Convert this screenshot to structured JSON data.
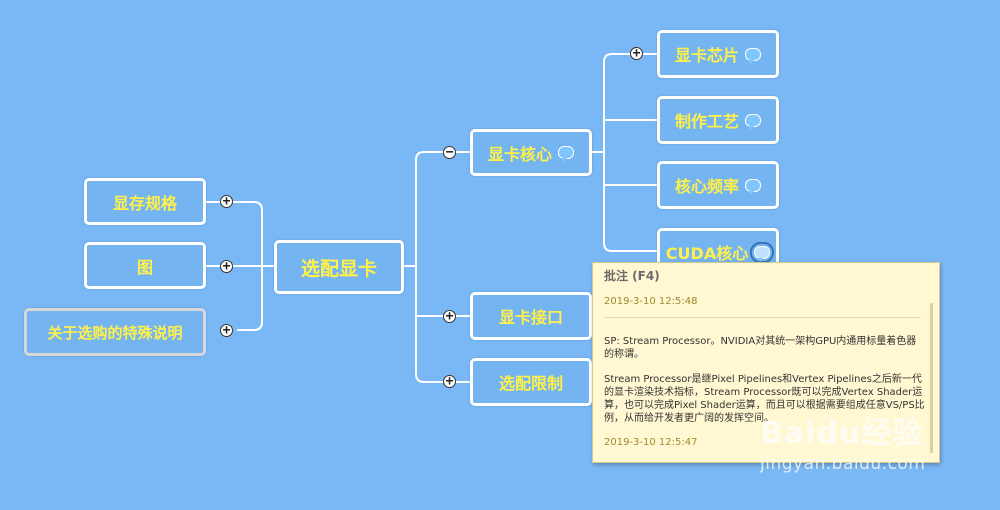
{
  "map": {
    "root": {
      "label": "选配显卡"
    },
    "left_topics": [
      {
        "label": "显存规格"
      },
      {
        "label": "图"
      },
      {
        "label": "关于选购的特殊说明"
      }
    ],
    "right_topics": [
      {
        "label": "显卡核心",
        "has_note": true,
        "expanded": true,
        "children": [
          {
            "label": "显卡芯片",
            "has_note": true
          },
          {
            "label": "制作工艺",
            "has_note": true
          },
          {
            "label": "核心频率",
            "has_note": true
          },
          {
            "label": "CUDA核心",
            "has_note": true
          }
        ]
      },
      {
        "label": "显卡接口"
      },
      {
        "label": "选配限制"
      }
    ],
    "toggle_symbols": {
      "collapsed": "+",
      "expanded": "−"
    }
  },
  "note_popup": {
    "title": "批注 (F4)",
    "timestamp_top": "2019-3-10 12:5:48",
    "paragraphs": [
      "SP: Stream Processor。NVIDIA对其统一架构GPU内通用标量着色器的称谓。",
      "Stream Processor是继Pixel Pipelines和Vertex Pipelines之后新一代的显卡渲染技术指标，Stream Processor既可以完成Vertex Shader运算，也可以完成Pixel Shader运算，而且可以根据需要组成任意VS/PS比例，从而给开发者更广阔的发挥空间。"
    ],
    "timestamp_bottom": "2019-3-10 12:5:47"
  },
  "watermark": {
    "logo": "Baidu经验",
    "url": "jingyan.baidu.com"
  },
  "colors": {
    "background": "#7ab8f5",
    "node_fill": "#74b4f1",
    "node_border": "#ffffff",
    "node_text": "#fff04a",
    "popup_bg": "#fff8d2",
    "popup_timestamp": "#a08a30"
  }
}
